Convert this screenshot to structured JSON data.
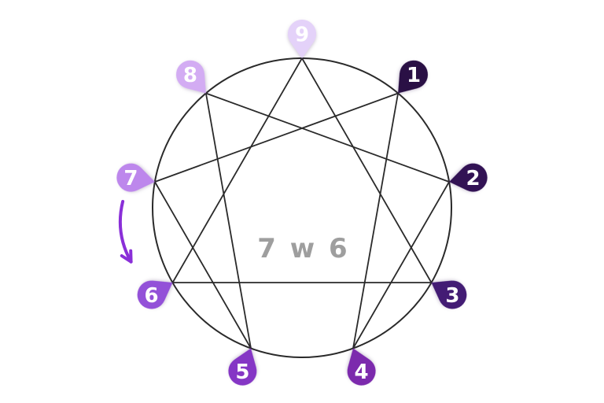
{
  "diagram": {
    "type": "enneagram",
    "center_label": "7 w 6",
    "points": [
      {
        "label": "1",
        "angle_deg": 40,
        "pin_color": "#2a1045",
        "number_color": "#ffffff"
      },
      {
        "label": "2",
        "angle_deg": 80,
        "pin_color": "#321254",
        "number_color": "#ffffff"
      },
      {
        "label": "3",
        "angle_deg": 120,
        "pin_color": "#431c74",
        "number_color": "#ffffff"
      },
      {
        "label": "4",
        "angle_deg": 160,
        "pin_color": "#7c2aad",
        "number_color": "#ffffff"
      },
      {
        "label": "5",
        "angle_deg": 200,
        "pin_color": "#8536c5",
        "number_color": "#ffffff"
      },
      {
        "label": "6",
        "angle_deg": 240,
        "pin_color": "#9351d8",
        "number_color": "#ffffff"
      },
      {
        "label": "7",
        "angle_deg": 280,
        "pin_color": "#bd87ec",
        "number_color": "#ffffff"
      },
      {
        "label": "8",
        "angle_deg": 320,
        "pin_color": "#d3acf3",
        "number_color": "#ffffff"
      },
      {
        "label": "9",
        "angle_deg": 0,
        "pin_color": "#e4d2f9",
        "number_color": "#ffffff"
      }
    ],
    "connections": [
      [
        "9",
        "3"
      ],
      [
        "3",
        "6"
      ],
      [
        "6",
        "9"
      ],
      [
        "1",
        "4"
      ],
      [
        "4",
        "2"
      ],
      [
        "2",
        "8"
      ],
      [
        "8",
        "5"
      ],
      [
        "5",
        "7"
      ],
      [
        "7",
        "1"
      ]
    ],
    "wing_arrow": {
      "from": "7",
      "to": "6",
      "color": "#8a2fd8"
    },
    "colors": {
      "line": "#2a2a2a",
      "center_label": "#9e9e9e",
      "background": "#ffffff"
    }
  }
}
